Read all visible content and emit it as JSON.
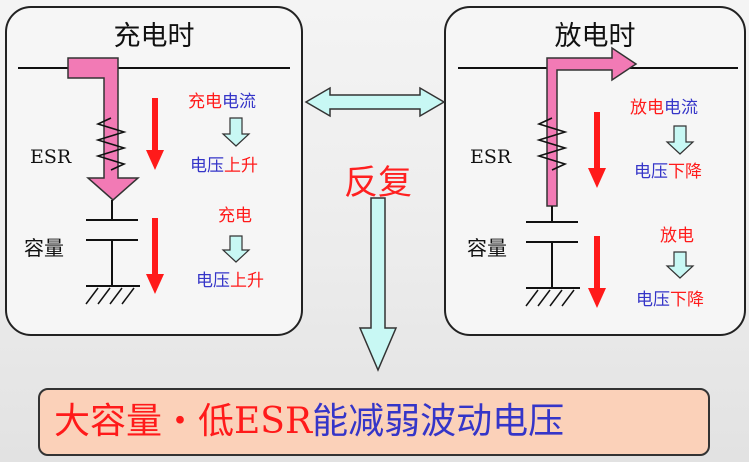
{
  "left_panel": {
    "title": "充电时",
    "esr_label": "ESR",
    "capacity_label": "容量",
    "current_label": {
      "part1": "充电",
      "part2": "电流"
    },
    "effect1": {
      "part1": "电压",
      "part2": "上升"
    },
    "charge_label": "充电",
    "effect2": {
      "part1": "电压",
      "part2": "上升"
    }
  },
  "right_panel": {
    "title": "放电时",
    "esr_label": "ESR",
    "capacity_label": "容量",
    "current_label": {
      "part1": "放电",
      "part2": "电流"
    },
    "effect1": {
      "part1": "电压",
      "part2": "下降"
    },
    "discharge_label": "放电",
    "effect2": {
      "part1": "电压",
      "part2": "下降"
    }
  },
  "center": {
    "repeat_label": "反复"
  },
  "summary": {
    "part1": "大容量・低ESR",
    "part2": "能减弱波动电压"
  },
  "colors": {
    "red": "#ff1a1a",
    "blue": "#3535c8",
    "pink_arrow": "#f27ab5",
    "cyan_arrow": "#c8f8f4",
    "summary_bg": "#fbd1b9"
  }
}
